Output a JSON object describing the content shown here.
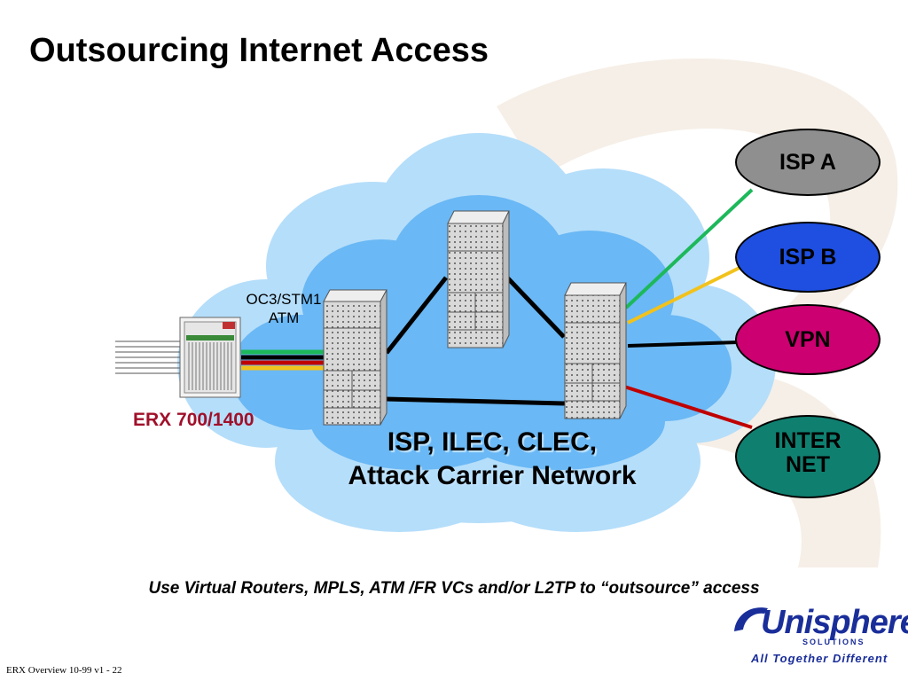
{
  "title": "Outsourcing Internet Access",
  "link_label": {
    "line1": "OC3/STM1",
    "line2": "ATM"
  },
  "device_label": "ERX 700/1400",
  "network_label": {
    "line1": "ISP, ILEC, CLEC,",
    "line2": "Attack Carrier Network"
  },
  "endpoints": {
    "isp_a": "ISP A",
    "isp_b": "ISP B",
    "vpn": "VPN",
    "internet_line1": "INTER",
    "internet_line2": "NET"
  },
  "colors": {
    "cloud_outer": "#b5defa",
    "cloud_inner": "#6ab8f5",
    "isp_a": "#8f8f8f",
    "isp_b": "#1e4fe0",
    "vpn": "#cc0070",
    "internet": "#0f8070",
    "link_isp_a": "#1db85a",
    "link_isp_b": "#f2c21c",
    "link_internet": "#c00000",
    "device_label": "#a0102a",
    "logo": "#1a2e9a"
  },
  "caption": "Use Virtual Routers, MPLS, ATM /FR VCs and/or L2TP  to “outsource” access",
  "footer": "ERX Overview 10-99 v1 - 22",
  "logo": {
    "name": "Unisphere",
    "sub": "SOLUTIONS",
    "tagline": "All Together Different"
  }
}
